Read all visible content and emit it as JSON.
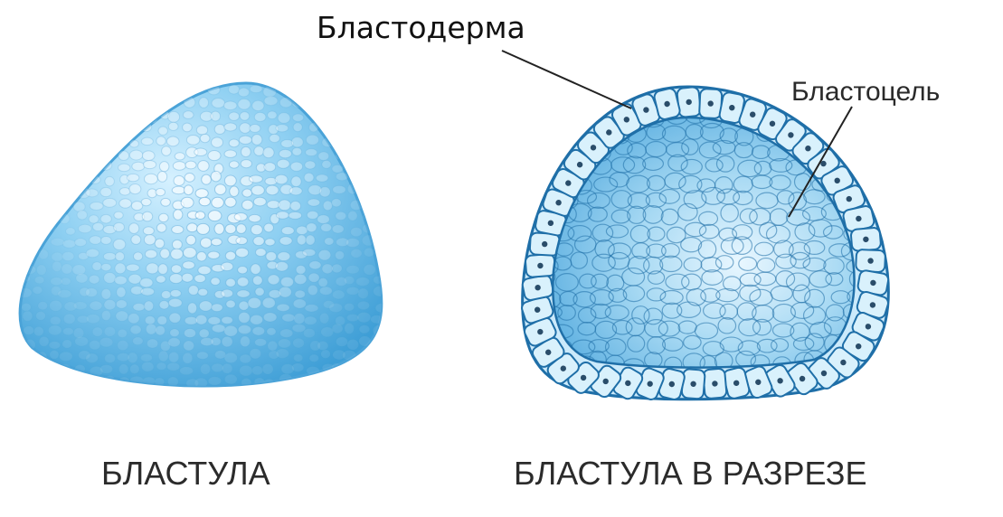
{
  "labels": {
    "blastoderm": "Бластодерма",
    "blastocoel": "Бластоцель"
  },
  "captions": {
    "left": "БЛАСТУЛА",
    "right": "БЛАСТУЛА В РАЗРЕЗЕ"
  },
  "colors": {
    "background": "#ffffff",
    "body_light": "#cfeefe",
    "body_mid": "#7cc6ec",
    "body_dark": "#2f95d2",
    "outline": "#1f6fa8",
    "cell_fill": "#d9f1fc",
    "nucleus": "#2a4d6a",
    "leader_line": "#222222"
  }
}
